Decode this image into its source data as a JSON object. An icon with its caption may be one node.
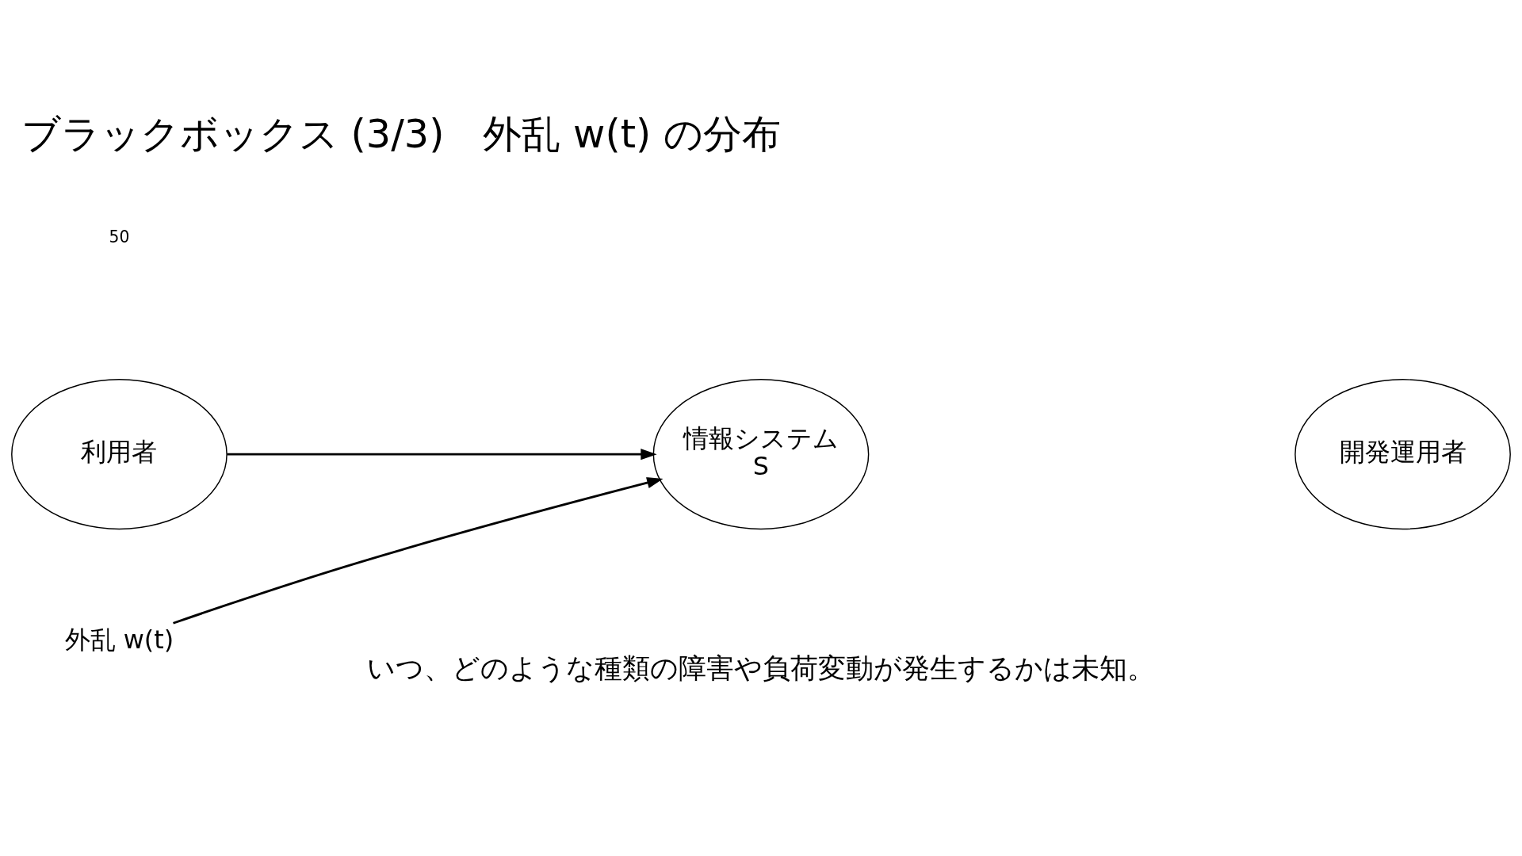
{
  "diagram": {
    "title": "ブラックボックス (3/3)　外乱 w(t) の分布",
    "nodes": [
      {
        "text": [
          "利用者"
        ]
      },
      {
        "text": [
          "情報システム",
          "S"
        ]
      },
      {
        "text": [
          "開発運用者"
        ]
      },
      {
        "text": [
          "外乱 w(t)"
        ]
      }
    ],
    "edges": [
      {
        "from": 0,
        "to": 1,
        "arrow": "to"
      },
      {
        "from": 3,
        "to": 1,
        "arrow": "to"
      }
    ],
    "labels": [
      "いつ、どのような種類の障害や負荷変動が発生するかは未知。",
      "50"
    ]
  }
}
